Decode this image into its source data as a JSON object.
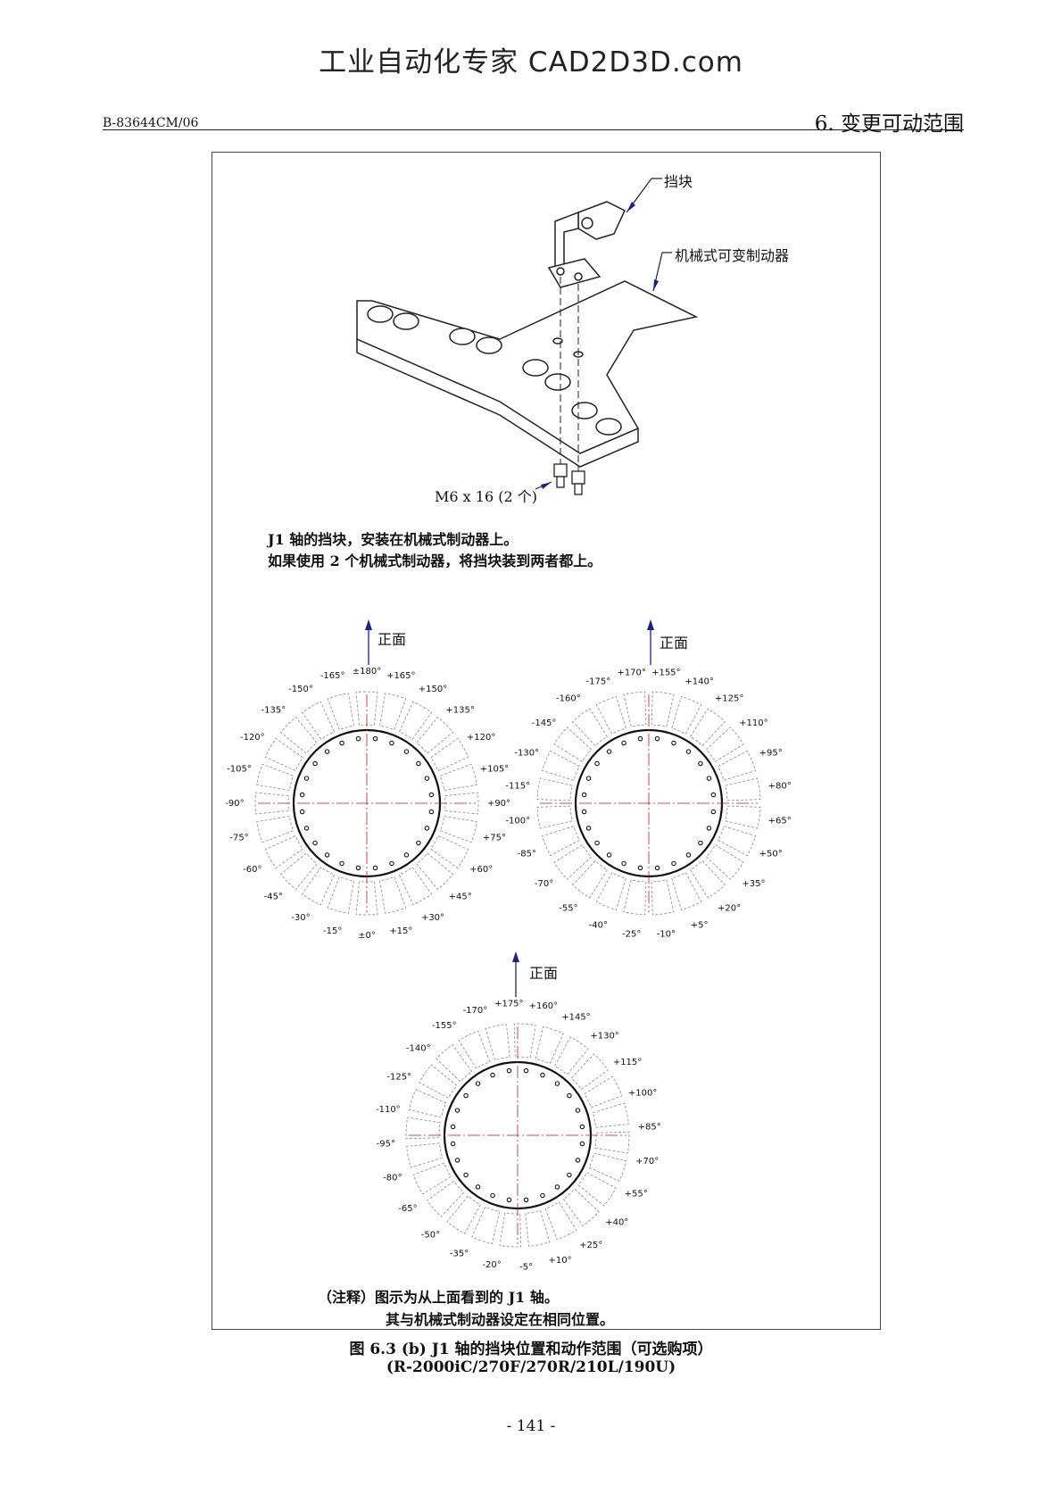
{
  "watermark": "工业自动化专家 CAD2D3D.com",
  "header": {
    "doc_code": "B-83644CM/06",
    "section_title": "6. 变更可动范围"
  },
  "figure": {
    "stopper_label": "挡块",
    "brake_label": "机械式可变制动器",
    "bolt_label": "M6 x 16 (2 个)",
    "note_lines": [
      "J1 轴的挡块，安装在机械式制动器上。",
      "如果使用 2 个机械式制动器，将挡块装到两者都上。"
    ],
    "front_label": "正面",
    "dials": [
      {
        "labels": [
          "±180°",
          "-165°",
          "-150°",
          "-135°",
          "-120°",
          "-105°",
          "-90°",
          "-75°",
          "-60°",
          "-45°",
          "-30°",
          "-15°",
          "±0°",
          "+15°",
          "+30°",
          "+45°",
          "+60°",
          "+75°",
          "+90°",
          "+105°",
          "+120°",
          "+135°",
          "+150°",
          "+165°"
        ]
      },
      {
        "labels": [
          "+170°",
          "-175°",
          "-160°",
          "-145°",
          "-130°",
          "-115°",
          "-100°",
          "-85°",
          "-70°",
          "-55°",
          "-40°",
          "-25°",
          "-10°",
          "+5°",
          "+20°",
          "+35°",
          "+50°",
          "+65°",
          "+80°",
          "+95°",
          "+110°",
          "+125°",
          "+140°",
          "+155°"
        ]
      },
      {
        "labels": [
          "+175°",
          "-170°",
          "-155°",
          "-140°",
          "-125°",
          "-110°",
          "-95°",
          "-80°",
          "-65°",
          "-50°",
          "-35°",
          "-20°",
          "-5°",
          "+10°",
          "+25°",
          "+40°",
          "+55°",
          "+70°",
          "+85°",
          "+100°",
          "+115°",
          "+130°",
          "+145°",
          "+160°"
        ]
      }
    ],
    "remark_lines": [
      "（注释）图示为从上面看到的 J1 轴。",
      "其与机械式制动器设定在相同位置。"
    ]
  },
  "caption": {
    "line1": "图 6.3 (b) J1 轴的挡块位置和动作范围（可选购项）",
    "line2": "(R-2000iC/270F/270R/210L/190U)"
  },
  "page_number": "- 141 -",
  "colors": {
    "arrow": "#1a237e",
    "centerline": "#b71c1c"
  }
}
